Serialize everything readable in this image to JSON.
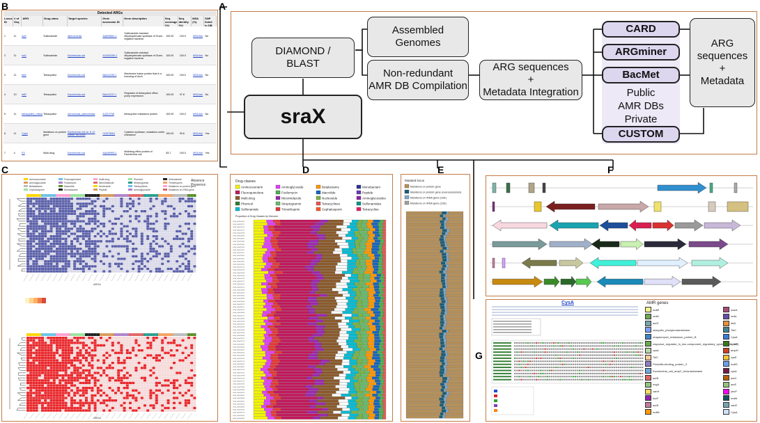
{
  "panels": {
    "a": "A",
    "b": "B",
    "c": "C",
    "d": "D",
    "e": "E",
    "f": "F",
    "g": "G"
  },
  "flow": {
    "core": "sraX",
    "diamond": "DIAMOND /\nBLAST",
    "assembled": "Assembled\nGenomes",
    "nonredundant": "Non-redundant\nAMR DB Compilation",
    "integration": "ARG sequences\n+\nMetadata Integration",
    "output": "ARG\nsequences\n+\nMetadata",
    "dbs": [
      "CARD",
      "ARGminer",
      "BacMet",
      "CUSTOM"
    ],
    "public": "Public\nAMR DBs\nPrivate"
  },
  "table_b": {
    "title": "Detected ARGs",
    "headers": [
      "Locus ID",
      "# of Seq",
      "ARG",
      "Drug class",
      "Target species",
      "Gene accession ID",
      "Gene description",
      "Seq. coverage (%)",
      "Seq. identity (%)",
      "MSA (%)",
      "SNP listed in DB"
    ],
    "rows": [
      {
        "locus": "1",
        "seqs": "11",
        "arg": "sul1",
        "drug": "Sulfonamide",
        "species": "Alteromonas",
        "acc": "AAB59841.1",
        "desc": "Sulfonamide resistant dihydropteroate synthase of Gram-negative bacteria",
        "cov": "100.00",
        "ident": "100.0",
        "msa": "MSA link",
        "snp": "No"
      },
      {
        "locus": "2",
        "seqs": "11",
        "arg": "sul1",
        "drug": "Sulfonamide",
        "species": "Escherichia coli",
        "acc": "ACM20280.1",
        "desc": "Sulfonamide resistant dihydropteroate synthase of Gram-negative bacteria",
        "cov": "100.00",
        "ident": "100.0",
        "msa": "MSA link",
        "snp": "No"
      },
      {
        "locus": "3",
        "seqs": "11",
        "arg": "tetA",
        "drug": "Tetracycline",
        "species": "Escherichia coli",
        "acc": "BAA11239.1",
        "desc": "Membrane fusion protein that is a homolog of AcrA",
        "cov": "100.00",
        "ident": "100.0",
        "msa": "MSA link",
        "snp": "No"
      },
      {
        "locus": "4",
        "seqs": "10",
        "arg": "tetR",
        "drug": "Tetracycline",
        "species": "Escherichia coli",
        "acc": "BAA11237.1",
        "desc": "Regulator of tetracycline efflux pump expression",
        "cov": "100.00",
        "ident": "97.8",
        "msa": "MSA link",
        "snp": "No"
      },
      {
        "locus": "5",
        "seqs": "11",
        "arg": "tetracycline_resistance_protein",
        "drug": "Tetracycline",
        "species": "Aeromonas_salmonicida",
        "acc": "AJZ12798",
        "desc": "tetracycline resistance protein",
        "cov": "100.00",
        "ident": "100.0",
        "msa": "MSA link",
        "snp": "No"
      },
      {
        "locus": "6",
        "seqs": "11",
        "arg": "CysA",
        "drug": "Mutations on protein gene",
        "species": "Escherichia coli str. K-12 substr. MG1655",
        "acc": "CDD75061",
        "desc": "Cysteine synthase; mutations confer resistance",
        "cov": "100.00",
        "ident": "99.6",
        "msa": "MSA link",
        "snp": "Yes"
      },
      {
        "locus": "7",
        "seqs": "4",
        "arg": "E3",
        "drug": "Multi-drug",
        "species": "Escherichia coli",
        "acc": "AAA89993.1",
        "desc": "Multidrug efflux protein of Escherichia coli",
        "cov": "83.7",
        "ident": "100.0",
        "msa": "MSA link",
        "snp": "Yes"
      }
    ]
  },
  "heatmap_c": {
    "legend": [
      "Aminocoumarin",
      "Fluoroquinolone",
      "Multi-drug",
      "Phenicol",
      "Sulfonamide",
      "Aminoglycoside",
      "Fosfomycin",
      "Nitroimidazole",
      "Streptogramin",
      "Trimethoprim",
      "Betalactams",
      "Macrolide",
      "Nucleoside",
      "Tetracyclines",
      "Mutations on protein gene",
      "Cephalosporin",
      "Monobactam",
      "Peptide",
      "Aminoglycoside",
      "Mutations on rRNA gene"
    ],
    "absence_label": "Absence",
    "presence_label": "Presence",
    "axis_label": "ARGs"
  },
  "chart_d": {
    "legend_title": "Drug classes",
    "title": "Proportion of Drug Classes by Genome",
    "classes": [
      {
        "name": "Aminocoumarin",
        "color": "#f5f500"
      },
      {
        "name": "Fluoroquinolone",
        "color": "#c2185b"
      },
      {
        "name": "Multi-drug",
        "color": "#8b5a2b"
      },
      {
        "name": "Phenicol",
        "color": "#2e7d32"
      },
      {
        "name": "Sulfonamide",
        "color": "#00bcd4"
      },
      {
        "name": "Aminoglycoside",
        "color": "#e040fb"
      },
      {
        "name": "Fosfomycin",
        "color": "#4caf50"
      },
      {
        "name": "Nitroimidazole",
        "color": "#9c27b0"
      },
      {
        "name": "Streptogramin",
        "color": "#66bb6a"
      },
      {
        "name": "Trimethoprim",
        "color": "#e53935"
      },
      {
        "name": "Betalactams",
        "color": "#ff9800"
      },
      {
        "name": "Macrolide",
        "color": "#1565c0"
      },
      {
        "name": "Nucleoside",
        "color": "#7cb342"
      },
      {
        "name": "Tetracyclines",
        "color": "#ef5350"
      },
      {
        "name": "Cephalosporin",
        "color": "#ff5722"
      },
      {
        "name": "Monobactam",
        "color": "#283593"
      },
      {
        "name": "Peptide",
        "color": "#673ab7"
      },
      {
        "name": "Aminoglycosides",
        "color": "#8e24aa"
      },
      {
        "name": "Sulfonamides",
        "color": "#009688"
      },
      {
        "name": "Tetracycline",
        "color": "#e91e63"
      }
    ]
  },
  "chart_e": {
    "legend_title": "Mutated locus",
    "legend": [
      {
        "name": "Mutations on protein gene",
        "color": "#b5905a"
      },
      {
        "name": "Mutations on protein gene (overexpression)",
        "color": "#1a5f7a"
      },
      {
        "name": "Mutations on rRNA gene (16S)",
        "color": "#7fa8cc"
      },
      {
        "name": "Mutations on rRNA gene (23S)",
        "color": "#a0a0a0"
      }
    ]
  },
  "panel_g": {
    "header": "CysA",
    "legend_title": "AMR genes",
    "genes_left": [
      "mdtE",
      "mdtC",
      "acrD",
      "ukaryotic_phosphotransferase",
      "uhaptomycin_resistance_protein_B",
      "response_regulator_in_two-component_regulatory_system_with_tetQ",
      "cysA",
      "TolC",
      "Penicillin-binding_protein_3",
      "Escherichia_coli_ampC_beta-lactamase",
      "acrB",
      "evgA",
      "vanH",
      "AcrF",
      "acrB",
      "mdtN"
    ],
    "genes_right": [
      "marA",
      "mdtL",
      "tetA",
      "TolC",
      "CysA",
      "emrR",
      "ampH",
      "cysE",
      "mdtG",
      "cysA",
      "parC",
      "acrE",
      "yhcP",
      "mdfA",
      "vanE",
      "CysA"
    ]
  }
}
